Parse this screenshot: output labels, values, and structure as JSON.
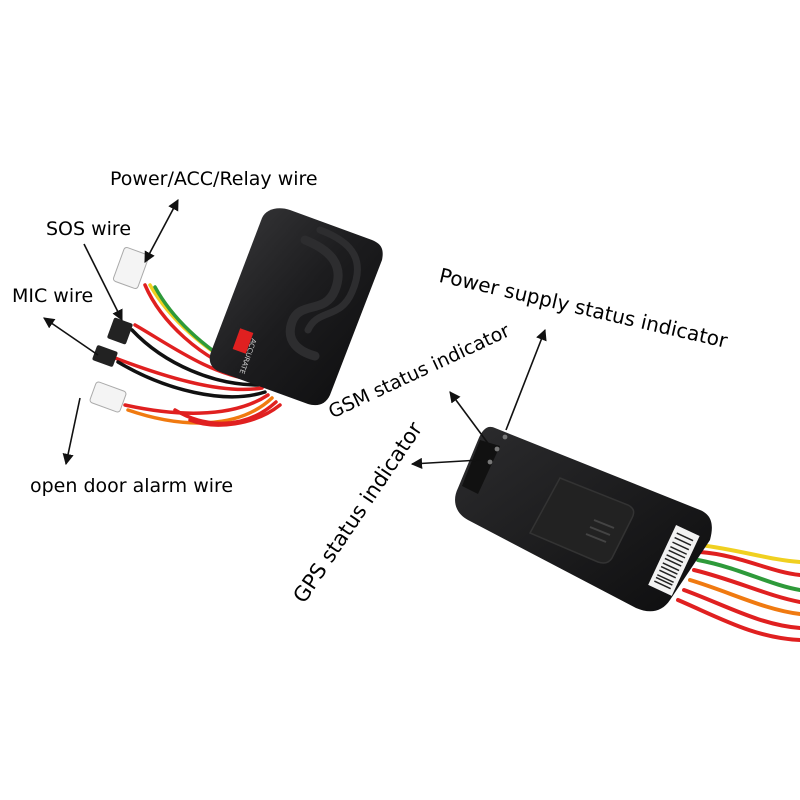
{
  "labels": {
    "power_acc_relay": "Power/ACC/Relay wire",
    "sos": "SOS wire",
    "mic": "MIC wire",
    "open_door": "open door alarm wire",
    "power_supply_indicator": "Power supply status indicator",
    "gsm_indicator": "GSM status indicator",
    "gps_indicator": "GPS status indicator"
  },
  "device_logo": "ACCURATE",
  "colors": {
    "device_body": "#1c1c1e",
    "wire_red": "#e02020",
    "wire_yellow": "#f0d020",
    "wire_green": "#2e9a3a",
    "wire_orange": "#f07a10"
  }
}
